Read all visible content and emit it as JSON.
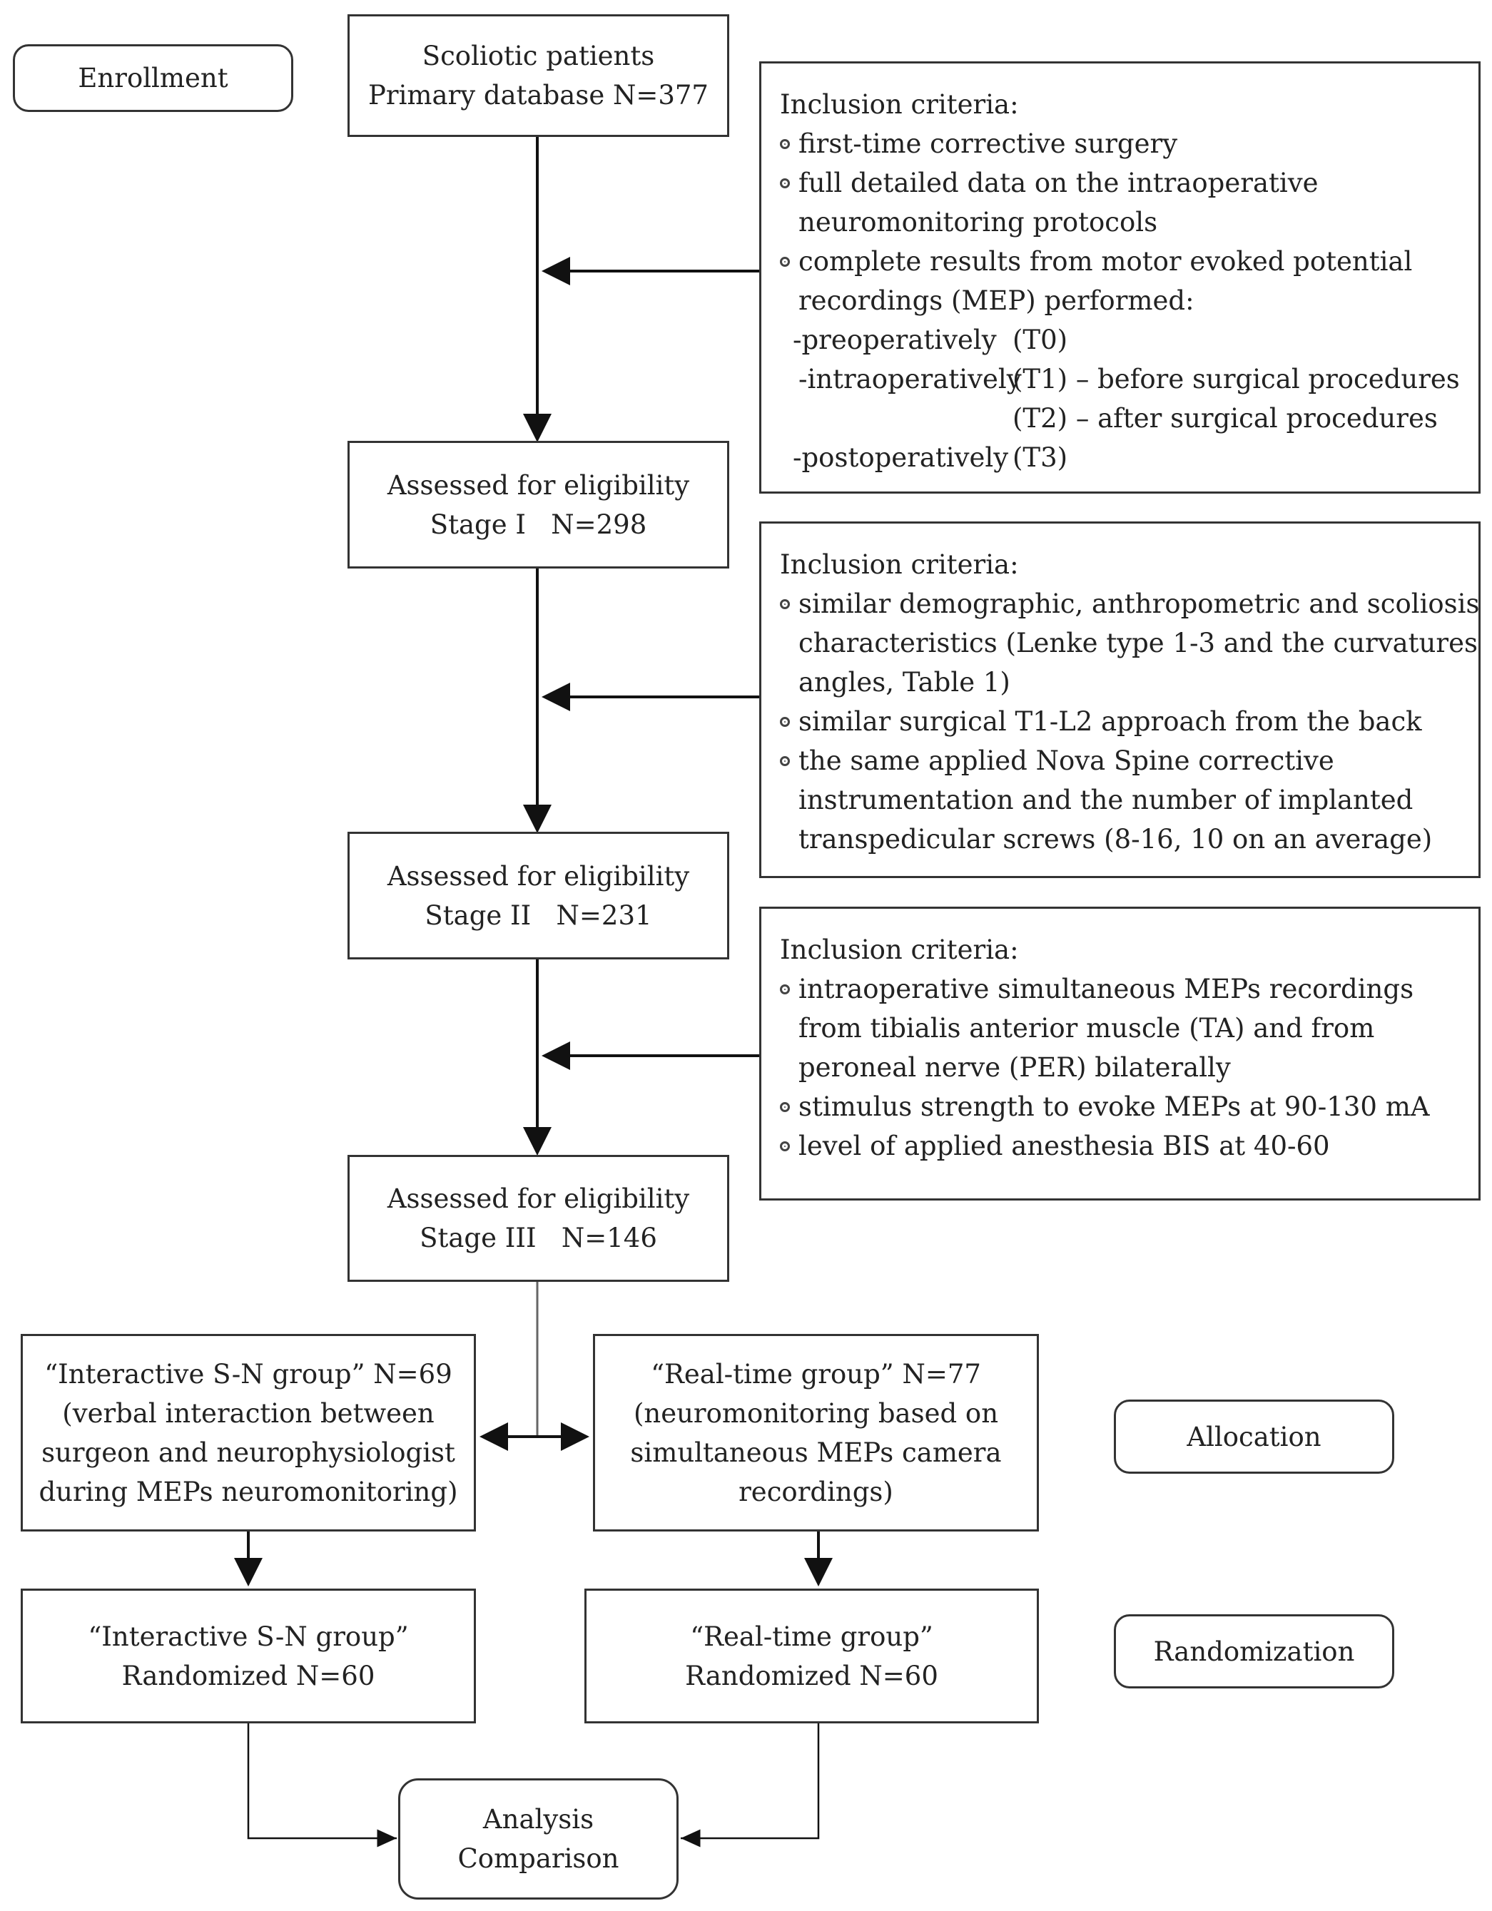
{
  "labels": {
    "enrollment": "Enrollment",
    "allocation": "Allocation",
    "randomization": "Randomization"
  },
  "nodes": {
    "primary": {
      "line1": "Scoliotic patients",
      "line2": "Primary database N=377"
    },
    "stage1": {
      "line1": "Assessed for eligibility",
      "line2": "Stage I   N=298"
    },
    "stage2": {
      "line1": "Assessed for eligibility",
      "line2": "Stage II   N=231"
    },
    "stage3": {
      "line1": "Assessed for eligibility",
      "line2": "Stage III   N=146"
    },
    "interactive_group": {
      "line1": "“Interactive S-N group” N=69",
      "line2": "(verbal interaction between",
      "line3": "surgeon and neurophysiologist",
      "line4": "during MEPs neuromonitoring)"
    },
    "realtime_group": {
      "line1": "“Real-time group” N=77",
      "line2": "(neuromonitoring based on",
      "line3": "simultaneous MEPs camera",
      "line4": "recordings)"
    },
    "interactive_randomized": {
      "line1": "“Interactive S-N group”",
      "line2": "Randomized N=60"
    },
    "realtime_randomized": {
      "line1": "“Real-time group”",
      "line2": "Randomized N=60"
    },
    "analysis": {
      "line1": "Analysis",
      "line2": "Comparison"
    }
  },
  "criteria": {
    "box1": {
      "header": "Inclusion criteria:",
      "b1": "first-time corrective surgery",
      "b2a": "full detailed data on the intraoperative",
      "b2b": "neuromonitoring protocols",
      "b3a": "complete results from motor evoked potential",
      "b3b": "recordings (MEP) performed:",
      "t0_label": "-preoperatively",
      "t0_code": "(T0)",
      "t1_label": "-intraoperatively",
      "t1_code": "(T1) – before surgical procedures",
      "t2_code": "(T2) – after surgical procedures",
      "t3_label": "-postoperatively",
      "t3_code": "(T3)"
    },
    "box2": {
      "header": "Inclusion criteria:",
      "b1a": "similar demographic, anthropometric and scoliosis",
      "b1b": "characteristics (Lenke type 1-3 and the curvatures",
      "b1c": "angles, Table 1)",
      "b2": "similar surgical T1-L2 approach from the back",
      "b3a": "the same applied Nova Spine corrective",
      "b3b": "instrumentation and the number of implanted",
      "b3c": "transpedicular screws (8-16, 10 on an average)"
    },
    "box3": {
      "header": "Inclusion criteria:",
      "b1a": "intraoperative simultaneous MEPs recordings",
      "b1b": "from tibialis anterior muscle (TA) and from",
      "b1c": "peroneal nerve (PER) bilaterally",
      "b2": "stimulus strength to evoke MEPs at 90-130 mA",
      "b3": "level of applied anesthesia BIS at 40-60"
    }
  }
}
